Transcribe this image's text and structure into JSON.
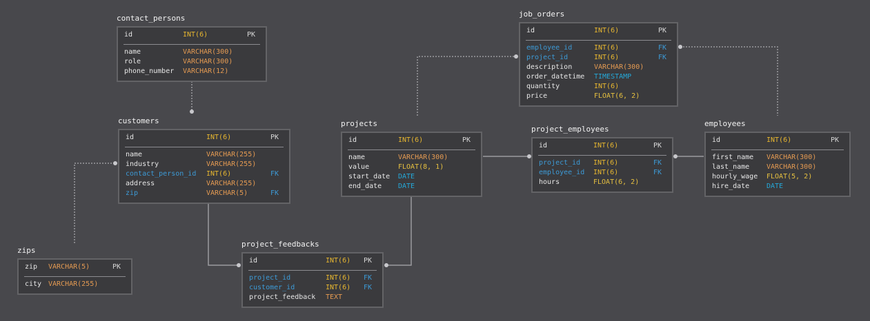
{
  "colors": {
    "background": "#48484c",
    "table_bg": "#3a3a3d",
    "table_border": "#636366",
    "connector": "#9a9a9e",
    "fk_column": "#3d9ad6",
    "int_type": "#e8b730",
    "varchar_type": "#e49a52",
    "date_type": "#25a8d8",
    "float_type": "#e6c040"
  },
  "tables": [
    {
      "id": "contact_persons",
      "name": "contact_persons",
      "columns": [
        {
          "name": "id",
          "type": "INT(6)",
          "key": "PK"
        },
        {
          "name": "name",
          "type": "VARCHAR(300)",
          "key": ""
        },
        {
          "name": "role",
          "type": "VARCHAR(300)",
          "key": ""
        },
        {
          "name": "phone_number",
          "type": "VARCHAR(12)",
          "key": ""
        }
      ]
    },
    {
      "id": "customers",
      "name": "customers",
      "columns": [
        {
          "name": "id",
          "type": "INT(6)",
          "key": "PK"
        },
        {
          "name": "name",
          "type": "VARCHAR(255)",
          "key": ""
        },
        {
          "name": "industry",
          "type": "VARCHAR(255)",
          "key": ""
        },
        {
          "name": "contact_person_id",
          "type": "INT(6)",
          "key": "FK"
        },
        {
          "name": "address",
          "type": "VARCHAR(255)",
          "key": ""
        },
        {
          "name": "zip",
          "type": "VARCHAR(5)",
          "key": "FK"
        }
      ]
    },
    {
      "id": "zips",
      "name": "zips",
      "columns": [
        {
          "name": "zip",
          "type": "VARCHAR(5)",
          "key": "PK"
        },
        {
          "name": "city",
          "type": "VARCHAR(255)",
          "key": ""
        }
      ]
    },
    {
      "id": "project_feedbacks",
      "name": "project_feedbacks",
      "columns": [
        {
          "name": "id",
          "type": "INT(6)",
          "key": "PK"
        },
        {
          "name": "project_id",
          "type": "INT(6)",
          "key": "FK"
        },
        {
          "name": "customer_id",
          "type": "INT(6)",
          "key": "FK"
        },
        {
          "name": "project_feedback",
          "type": "TEXT",
          "key": ""
        }
      ]
    },
    {
      "id": "projects",
      "name": "projects",
      "columns": [
        {
          "name": "id",
          "type": "INT(6)",
          "key": "PK"
        },
        {
          "name": "name",
          "type": "VARCHAR(300)",
          "key": ""
        },
        {
          "name": "value",
          "type": "FLOAT(8, 1)",
          "key": ""
        },
        {
          "name": "start_date",
          "type": "DATE",
          "key": ""
        },
        {
          "name": "end_date",
          "type": "DATE",
          "key": ""
        }
      ]
    },
    {
      "id": "job_orders",
      "name": "job_orders",
      "columns": [
        {
          "name": "id",
          "type": "INT(6)",
          "key": "PK"
        },
        {
          "name": "employee_id",
          "type": "INT(6)",
          "key": "FK"
        },
        {
          "name": "project_id",
          "type": "INT(6)",
          "key": "FK"
        },
        {
          "name": "description",
          "type": "VARCHAR(300)",
          "key": ""
        },
        {
          "name": "order_datetime",
          "type": "TIMESTAMP",
          "key": ""
        },
        {
          "name": "quantity",
          "type": "INT(6)",
          "key": ""
        },
        {
          "name": "price",
          "type": "FLOAT(6, 2)",
          "key": ""
        }
      ]
    },
    {
      "id": "project_employees",
      "name": "project_employees",
      "columns": [
        {
          "name": "id",
          "type": "INT(6)",
          "key": "PK"
        },
        {
          "name": "project_id",
          "type": "INT(6)",
          "key": "FK"
        },
        {
          "name": "employee_id",
          "type": "INT(6)",
          "key": "FK"
        },
        {
          "name": "hours",
          "type": "FLOAT(6, 2)",
          "key": ""
        }
      ]
    },
    {
      "id": "employees",
      "name": "employees",
      "columns": [
        {
          "name": "id",
          "type": "INT(6)",
          "key": "PK"
        },
        {
          "name": "first_name",
          "type": "VARCHAR(300)",
          "key": ""
        },
        {
          "name": "last_name",
          "type": "VARCHAR(300)",
          "key": ""
        },
        {
          "name": "hourly_wage",
          "type": "FLOAT(5, 2)",
          "key": ""
        },
        {
          "name": "hire_date",
          "type": "DATE",
          "key": ""
        }
      ]
    }
  ],
  "relationships": [
    {
      "from": "customers",
      "to": "contact_persons",
      "style": "dashed"
    },
    {
      "from": "customers",
      "to": "zips",
      "style": "dashed"
    },
    {
      "from": "project_feedbacks",
      "to": "customers",
      "style": "solid"
    },
    {
      "from": "project_feedbacks",
      "to": "projects",
      "style": "solid"
    },
    {
      "from": "job_orders",
      "to": "projects",
      "style": "dashed"
    },
    {
      "from": "job_orders",
      "to": "employees",
      "style": "dashed"
    },
    {
      "from": "project_employees",
      "to": "projects",
      "style": "solid"
    },
    {
      "from": "project_employees",
      "to": "employees",
      "style": "solid"
    }
  ]
}
